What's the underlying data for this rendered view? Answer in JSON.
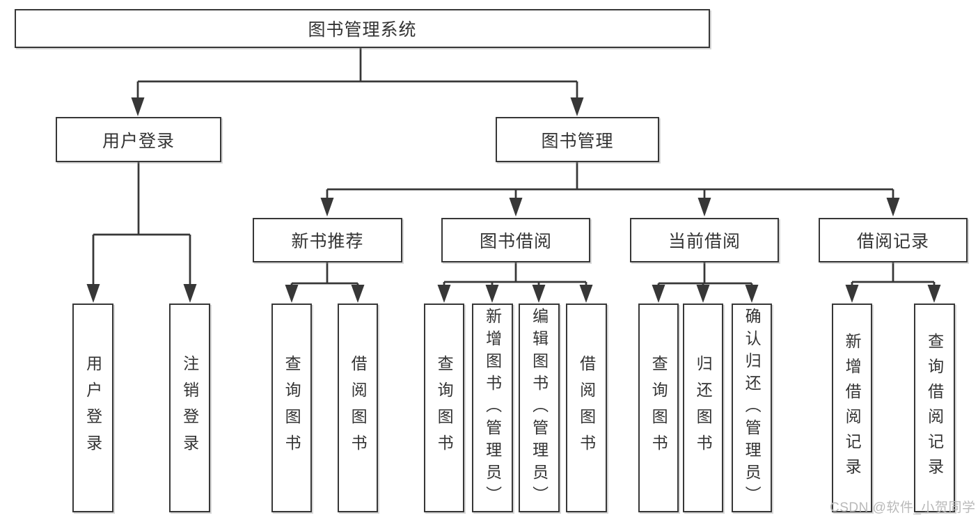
{
  "colors": {
    "line": "#373737",
    "text": "#333333",
    "box-bg": "#ffffff",
    "watermark": "#b9b9b9",
    "bg": "#ffffff"
  },
  "watermark": {
    "text": "CSDN @软件_小贺同学"
  },
  "tree": {
    "label": "图书管理系统",
    "children": [
      {
        "label": "用户登录",
        "children": [
          {
            "label": "用户登录"
          },
          {
            "label": "注销登录"
          }
        ]
      },
      {
        "label": "图书管理",
        "children": [
          {
            "label": "新书推荐",
            "children": [
              {
                "label": "查询图书"
              },
              {
                "label": "借阅图书"
              }
            ]
          },
          {
            "label": "图书借阅",
            "children": [
              {
                "label": "查询图书"
              },
              {
                "label": "新增图书（管理员）"
              },
              {
                "label": "编辑图书（管理员）"
              },
              {
                "label": "借阅图书"
              }
            ]
          },
          {
            "label": "当前借阅",
            "children": [
              {
                "label": "查询图书"
              },
              {
                "label": "归还图书"
              },
              {
                "label": "确认归还（管理员）"
              }
            ]
          },
          {
            "label": "借阅记录",
            "children": [
              {
                "label": "新增借阅记录"
              },
              {
                "label": "查询借阅记录"
              }
            ]
          }
        ]
      }
    ]
  }
}
